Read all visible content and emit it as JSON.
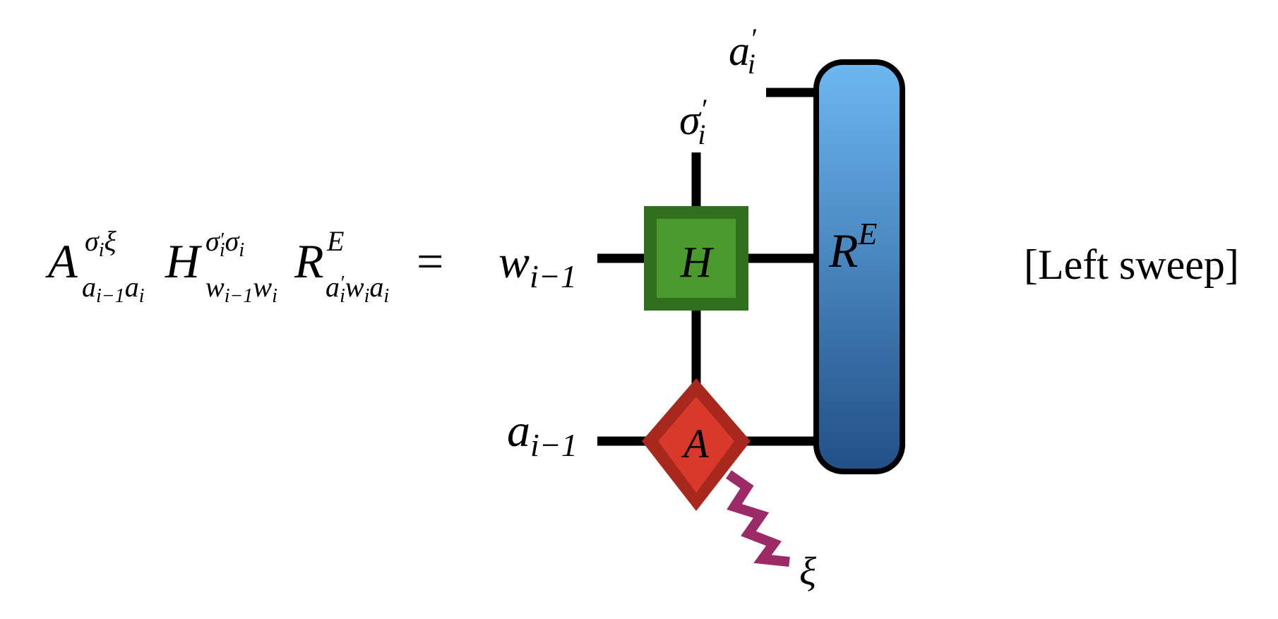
{
  "equation": {
    "A": "A",
    "A_sup": "σ",
    "A_sup_sub": "i",
    "A_sup2": "ξ",
    "A_sub": "a",
    "A_sub_sub": "i−1",
    "A_sub2": "a",
    "A_sub2_sub": "i",
    "H": "H",
    "H_sup": "σ",
    "H_sup_prime": "′",
    "H_sup_sub": "i",
    "H_sup2": "σ",
    "H_sup2_sub": "i",
    "H_sub": "w",
    "H_sub_sub": "i−1",
    "H_sub2": "w",
    "H_sub2_sub": "i",
    "R": "R",
    "R_sup": "E",
    "R_sub1": "a",
    "R_sub1_prime": "′",
    "R_sub1_sub": "i",
    "R_sub2": "w",
    "R_sub2_sub": "i",
    "R_sub3": "a",
    "R_sub3_sub": "i",
    "equals": "="
  },
  "diagram": {
    "legs": {
      "w_left": {
        "base": "w",
        "sub": "i−1"
      },
      "a_left": {
        "base": "a",
        "sub": "i−1"
      },
      "sigma_top": {
        "base": "σ",
        "prime": "′",
        "sub": "i"
      },
      "a_top": {
        "base": "a",
        "prime": "′",
        "sub": "i"
      },
      "xi": "ξ"
    },
    "nodes": {
      "H": {
        "label": "H",
        "fill": "#4a9a2e",
        "border": "#2f6f1e"
      },
      "A": {
        "label": "A",
        "fill": "#d9392a",
        "border": "#a8281d"
      },
      "R": {
        "label": "R",
        "sup": "E",
        "gradient_top": "#6db8f2",
        "gradient_bottom": "#214f86"
      }
    },
    "wiggle_color": "#9b2a66"
  },
  "caption": "[Left sweep]"
}
